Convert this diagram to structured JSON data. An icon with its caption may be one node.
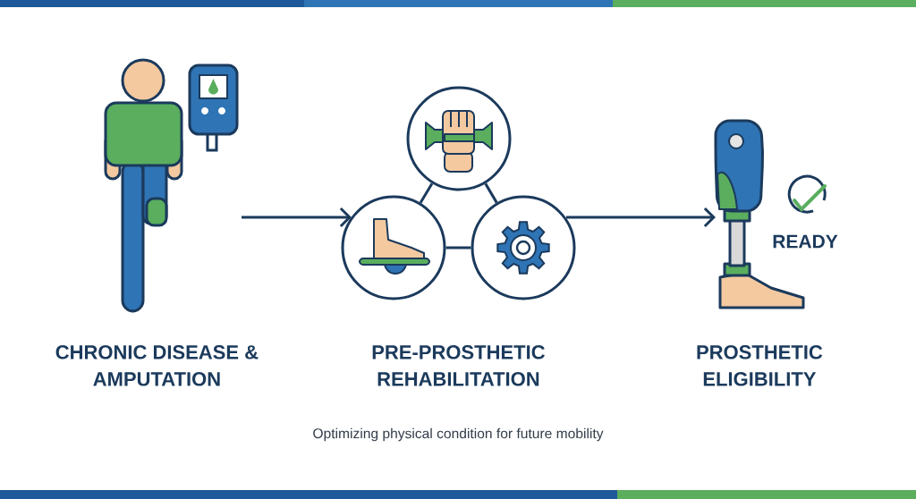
{
  "diagram": {
    "caption": "Optimizing physical condition for future mobility",
    "nodes": [
      {
        "text": [
          "CHRONIC DISEASE & AMPUTATION"
        ]
      },
      {
        "text": [
          "PRE-PROSTHETIC REHABILITATION"
        ]
      },
      {
        "text": [],
        "shape": "circle"
      },
      {
        "text": [],
        "shape": "circle"
      },
      {
        "text": [],
        "shape": "circle"
      },
      {
        "text": [
          "PROSTHETIC ELIGIBILITY"
        ]
      }
    ],
    "labels": [
      "READY"
    ],
    "edges": [
      {
        "from": 0,
        "to": 3,
        "arrow": "to"
      },
      {
        "from": 4,
        "to": 5,
        "arrow": "to"
      },
      {
        "from": 2,
        "to": 3,
        "arrow": "none"
      },
      {
        "from": 2,
        "to": 4,
        "arrow": "none"
      },
      {
        "from": 3,
        "to": 4,
        "arrow": "none"
      }
    ]
  }
}
